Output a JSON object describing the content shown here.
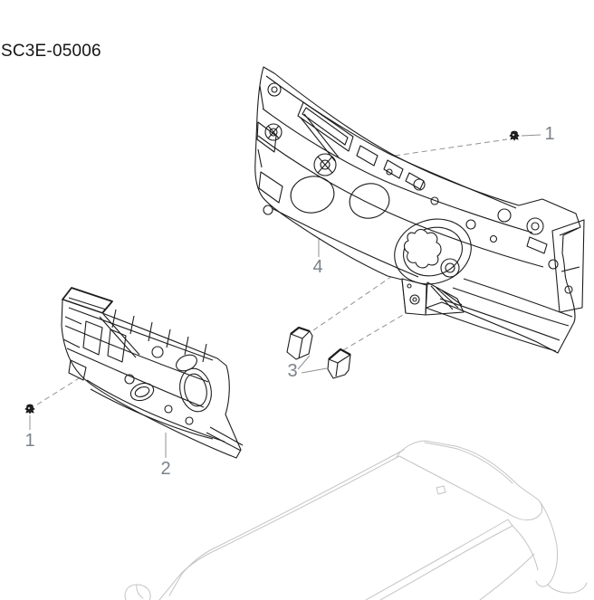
{
  "diagram": {
    "code": "SC3E-05006",
    "callouts": [
      {
        "label": "1"
      },
      {
        "label": "1"
      },
      {
        "label": "2"
      },
      {
        "label": "3"
      },
      {
        "label": "4"
      }
    ],
    "colors": {
      "ink": "#1d1d1d",
      "leader_line": "#919191",
      "callout_label": "#7b828a",
      "vehicle_outline": "#c4c4c4",
      "background": "#ffffff"
    }
  }
}
